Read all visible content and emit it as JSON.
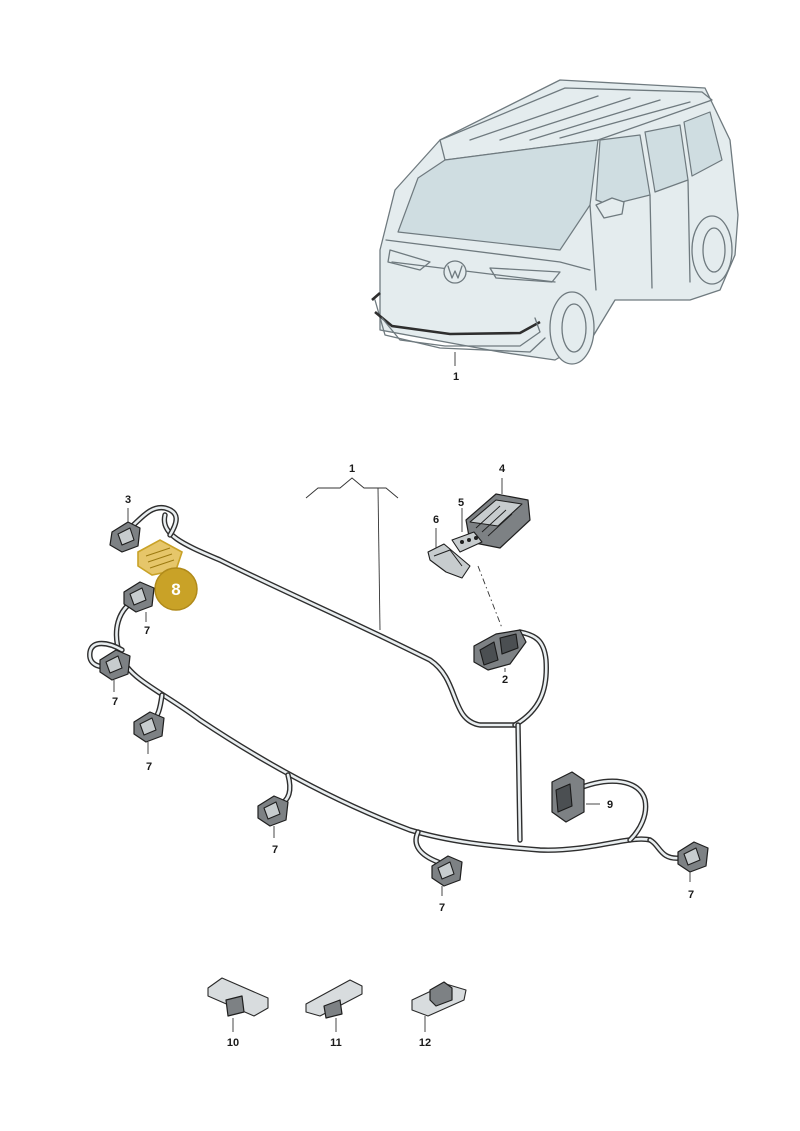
{
  "diagram": {
    "callouts": {
      "c1_vehicle": "1",
      "c1_harness": "1",
      "c2": "2",
      "c3": "3",
      "c4": "4",
      "c5": "5",
      "c6": "6",
      "c7_a": "7",
      "c7_b": "7",
      "c7_c": "7",
      "c7_d": "7",
      "c7_e": "7",
      "c7_f": "7",
      "c9": "9",
      "c10": "10",
      "c11": "11",
      "c12": "12"
    },
    "highlight": {
      "label": "8",
      "color": "#c9a227"
    },
    "colors": {
      "harness": "#2e2e2e",
      "vehicle_body": "#e4ecee",
      "highlight": "#c9a227"
    }
  }
}
